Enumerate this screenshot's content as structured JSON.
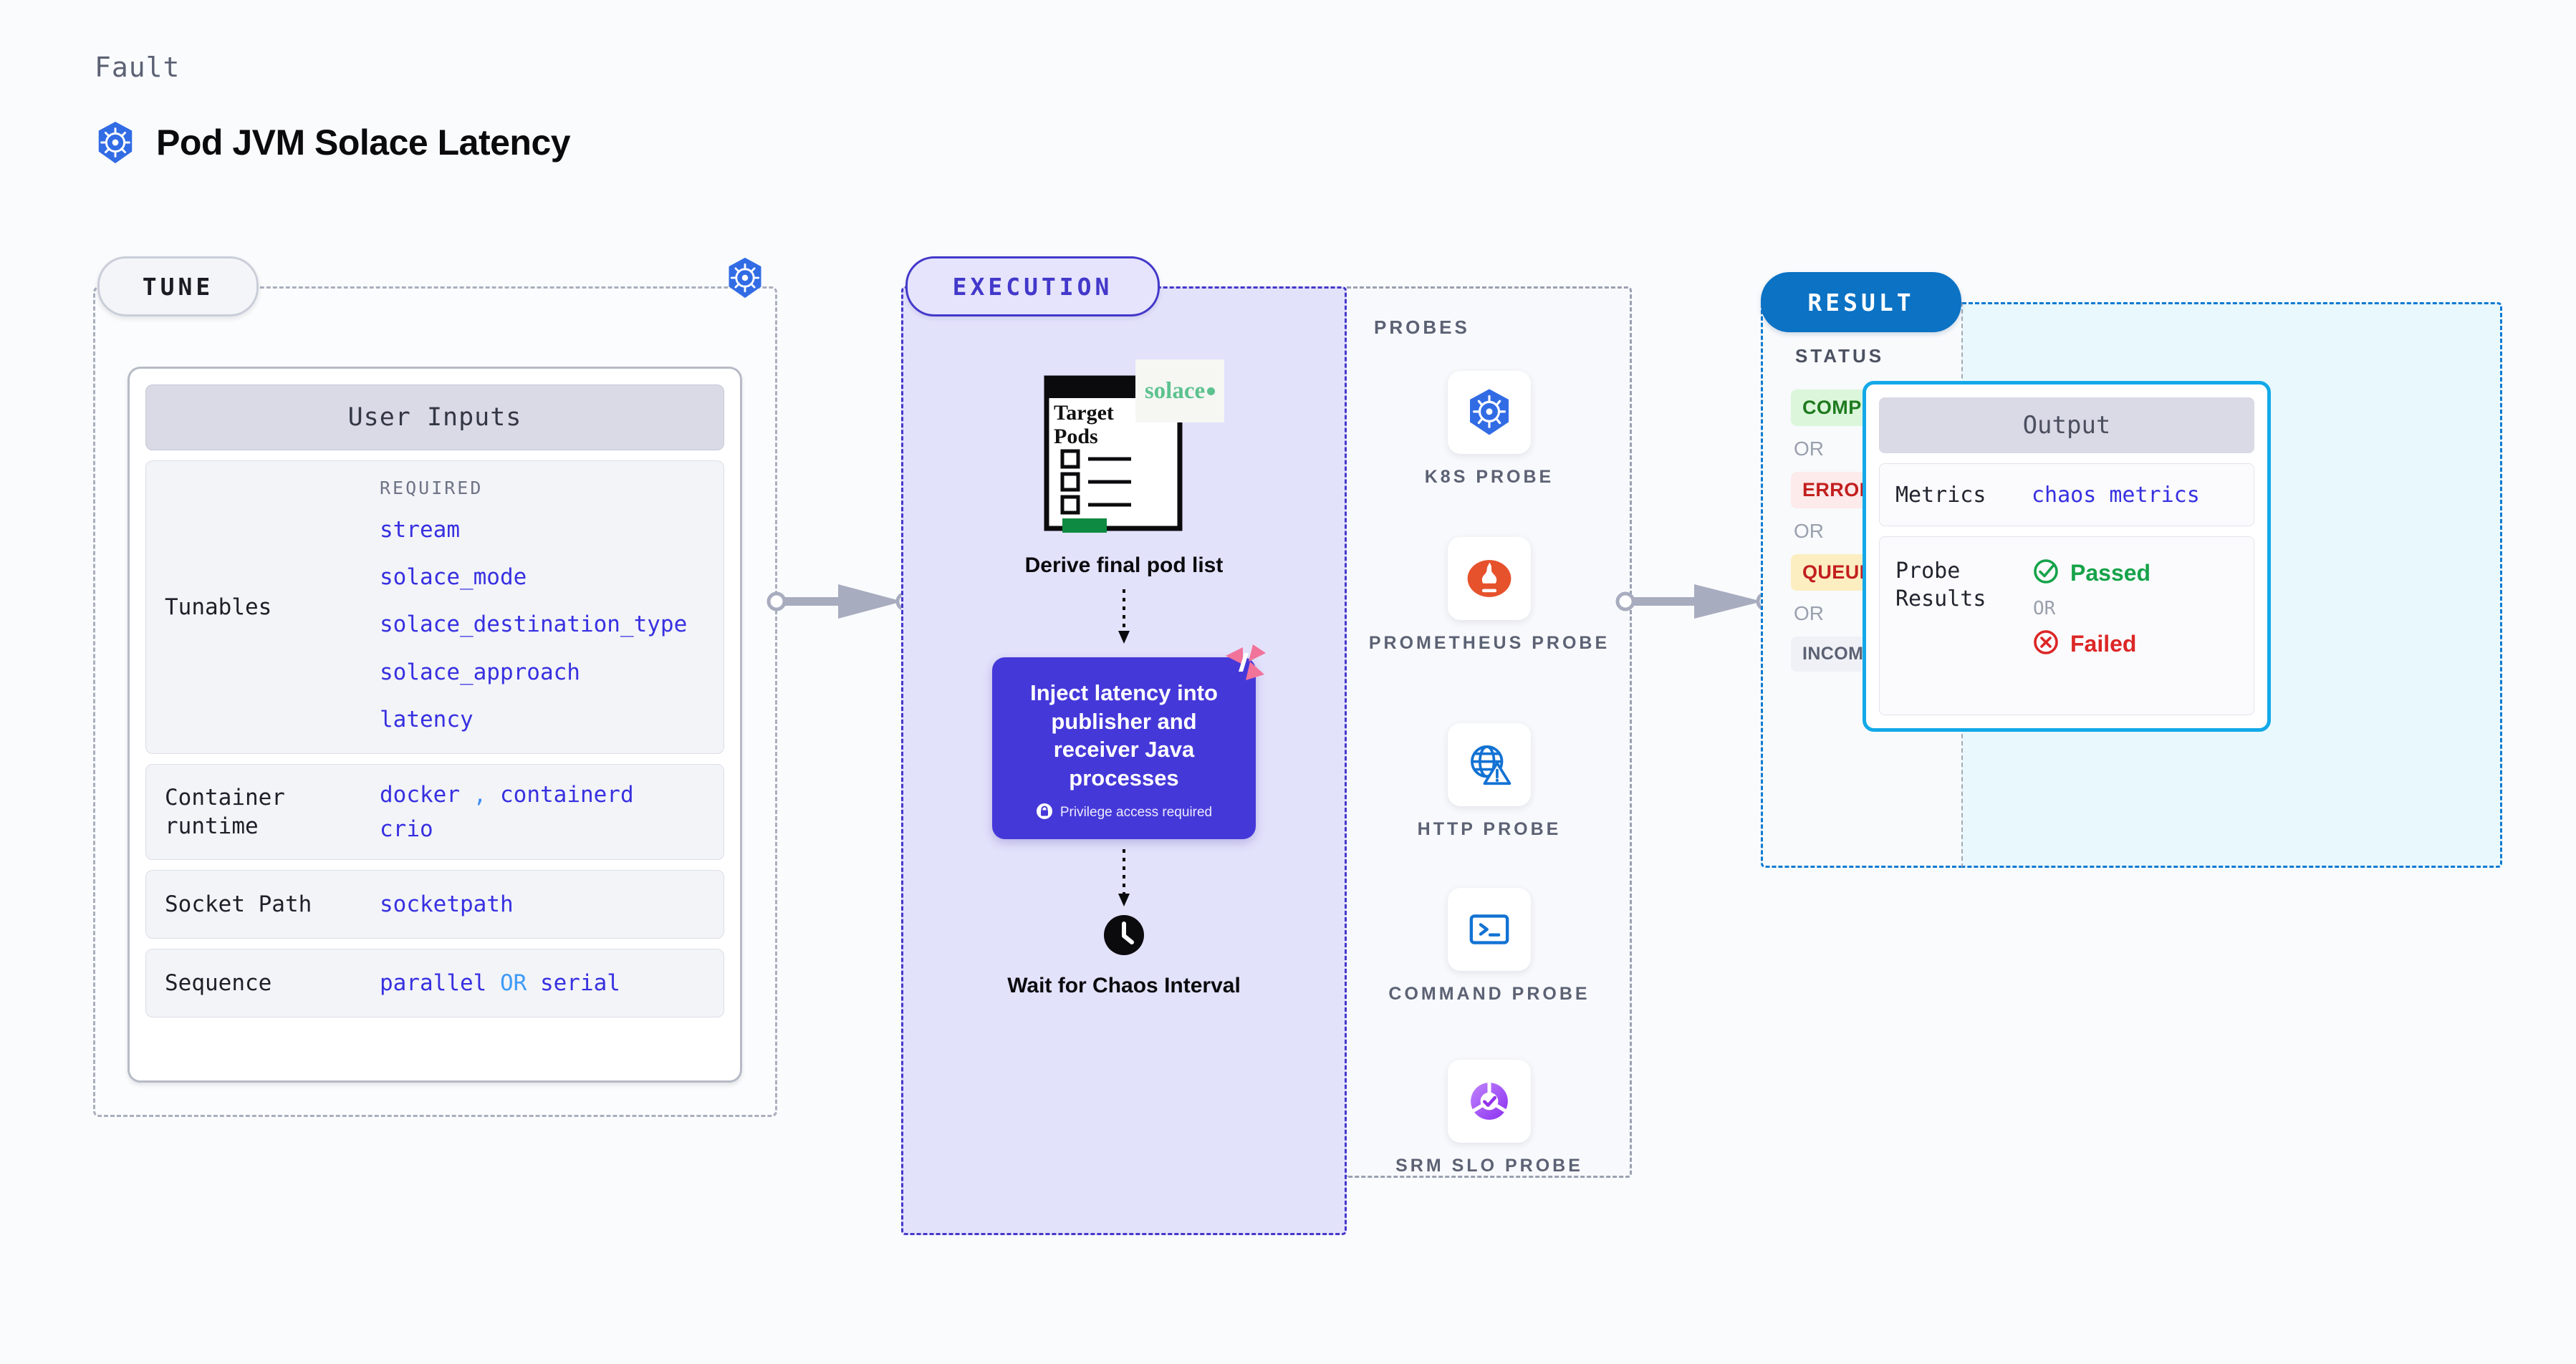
{
  "header": {
    "eyebrow": "Fault",
    "title": "Pod JVM Solace Latency",
    "icon": "kubernetes-icon"
  },
  "tune": {
    "pill_label": "TUNE",
    "badge_icon": "kubernetes-icon",
    "card_title": "User Inputs",
    "tunables": {
      "label": "Tunables",
      "required_label": "REQUIRED",
      "items": [
        "stream",
        "solace_mode",
        "solace_destination_type",
        "solace_approach",
        "latency"
      ]
    },
    "container_runtime": {
      "label": "Container runtime",
      "values": [
        "docker",
        "containerd",
        "crio"
      ],
      "separator": ","
    },
    "socket_path": {
      "label": "Socket Path",
      "value": "socketpath"
    },
    "sequence": {
      "label": "Sequence",
      "value_a": "parallel",
      "or": "OR",
      "value_b": "serial"
    }
  },
  "execution": {
    "pill_label": "EXECUTION",
    "step1": {
      "caption": "Derive final pod list",
      "doc_title_line1": "Target",
      "doc_title_line2": "Pods",
      "vendor_logo": "solace"
    },
    "step2": {
      "text": "Inject latency into publisher and receiver Java processes",
      "privilege_note": "Privilege access required",
      "privilege_icon": "lock-icon",
      "corner_icon": "harness-logo-icon"
    },
    "step3": {
      "caption": "Wait for Chaos Interval",
      "icon": "clock-icon"
    },
    "probes": {
      "label": "PROBES",
      "items": [
        {
          "name": "K8S PROBE",
          "icon": "kubernetes-icon"
        },
        {
          "name": "PROMETHEUS PROBE",
          "icon": "prometheus-icon"
        },
        {
          "name": "HTTP PROBE",
          "icon": "globe-warning-icon"
        },
        {
          "name": "COMMAND PROBE",
          "icon": "terminal-icon"
        },
        {
          "name": "SRM SLO PROBE",
          "icon": "srm-slo-icon"
        }
      ]
    }
  },
  "result": {
    "pill_label": "RESULT",
    "status_label": "STATUS",
    "or_label": "OR",
    "statuses": [
      {
        "label": "COMPLETED",
        "bg": "#dcf6dc",
        "fg": "#1f7a1f"
      },
      {
        "label": "ERRORED",
        "bg": "#fdeaea",
        "fg": "#c21f1f"
      },
      {
        "label": "QUEUED",
        "bg": "#fdeec2",
        "fg": "#c21f1f"
      },
      {
        "label": "INCOMPLETED",
        "bg": "#f0f1f6",
        "fg": "#5c6274"
      }
    ],
    "output": {
      "title": "Output",
      "metrics": {
        "label": "Metrics",
        "value": "chaos metrics"
      },
      "probe_results": {
        "label": "Probe Results",
        "passed": "Passed",
        "or": "OR",
        "failed": "Failed",
        "passed_icon": "check-circle-icon",
        "failed_icon": "x-circle-icon"
      }
    }
  },
  "colors": {
    "kubernetes_blue": "#326ce5",
    "execution_purple": "#4338ca",
    "execution_bg": "#e3e2fb",
    "result_blue": "#0b72c4",
    "output_border": "#13a9e8",
    "mono_value": "#3730e0",
    "harness_pink": "#f2739a"
  }
}
